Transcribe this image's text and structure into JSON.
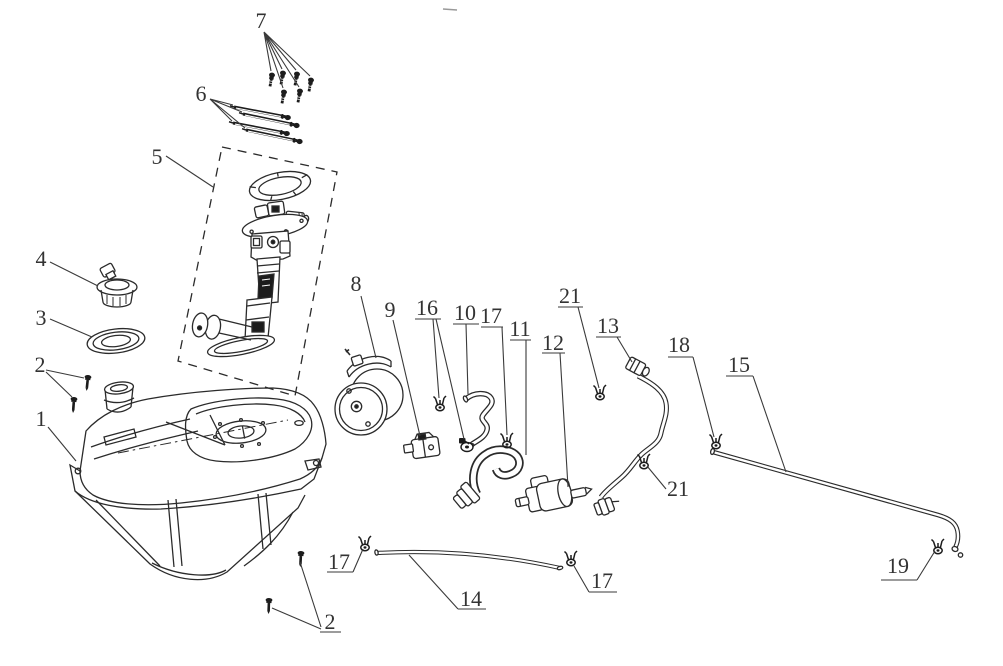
{
  "figure": {
    "background": "#ffffff",
    "line_color": "#2b2b2b",
    "label_color": "#333333",
    "callouts": [
      "7",
      "6",
      "5",
      "4",
      "3",
      "2",
      "1",
      "8",
      "9",
      "16",
      "10",
      "17",
      "11",
      "12",
      "21",
      "13",
      "18",
      "15",
      "21",
      "17",
      "14",
      "17",
      "2",
      "19"
    ]
  }
}
